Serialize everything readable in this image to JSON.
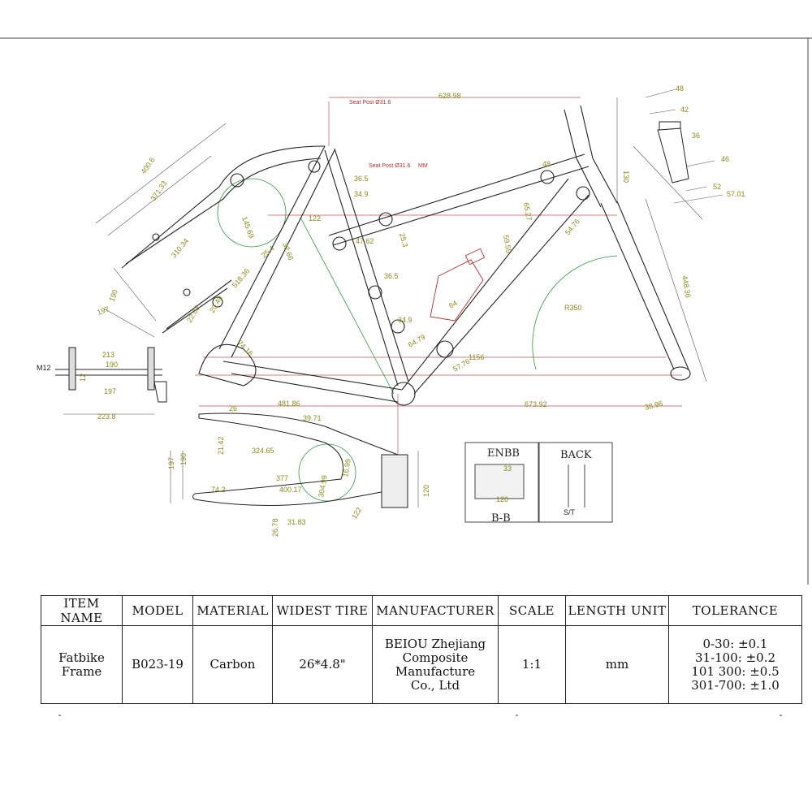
{
  "drawing": {
    "seat_post_top": "Seat Post Ø31.6",
    "seat_post_mid": "Seat Post Ø31.6",
    "seat_post_unit": "MM",
    "enbb_label": "ENBB",
    "bb_section_label": "B-B",
    "back_label": "BACK",
    "st_label": "S/T",
    "axle_label": "M12",
    "dimensions": [
      "628.98",
      "400.6",
      "371.33",
      "145.69",
      "122",
      "310.34",
      "32.66",
      "25.4",
      "518.36",
      "190",
      "197",
      "20.49",
      "22.03",
      "74.16",
      "36.5",
      "34.9",
      "47.62",
      "25.3",
      "36.5",
      "34.9",
      "48",
      "65.27",
      "130",
      "59.55",
      "54.76",
      "R350",
      "64",
      "64.79",
      "57.76",
      "1156",
      "448.36",
      "481.86",
      "673.92",
      "38.96",
      "48",
      "42",
      "36",
      "46",
      "52",
      "57.01",
      "213",
      "190",
      "12",
      "197",
      "223.8",
      "26",
      "39.71",
      "21.42",
      "324.65",
      "377",
      "400.17",
      "74.2",
      "304.99",
      "16.99",
      "197",
      "190",
      "120",
      "122",
      "26.78",
      "31.83",
      "120",
      "33"
    ]
  },
  "title_block": {
    "headers": [
      "ITEM NAME",
      "MODEL",
      "MATERIAL",
      "WIDEST TIRE",
      "MANUFACTURER",
      "SCALE",
      "LENGTH UNIT",
      "TOLERANCE"
    ],
    "item_name_1": "Fatbike",
    "item_name_2": "Frame",
    "model": "B023-19",
    "material": "Carbon",
    "widest_tire": "26*4.8\"",
    "manufacturer_1": "BEIOU Zhejiang",
    "manufacturer_2": "Composite Manufacture",
    "manufacturer_3": "Co., Ltd",
    "scale": "1:1",
    "length_unit": "mm",
    "tolerance": [
      "0-30: ±0.1",
      "31-100: ±0.2",
      "101 300: ±0.5",
      "301-700: ±1.0"
    ]
  }
}
